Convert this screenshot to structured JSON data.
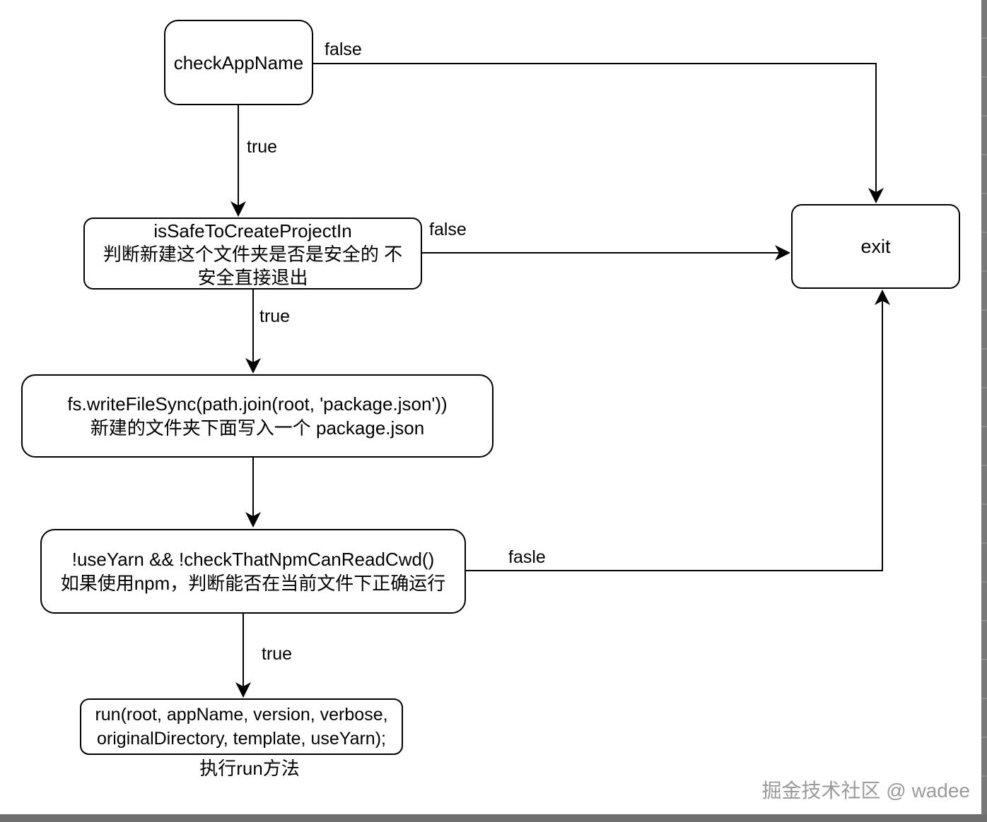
{
  "diagram": {
    "nodes": {
      "check_app_name": {
        "lines": [
          "checkAppName"
        ]
      },
      "is_safe": {
        "lines": [
          "isSafeToCreateProjectIn",
          "判断新建这个文件夹是否是安全的 不",
          "安全直接退出"
        ]
      },
      "write_file": {
        "lines": [
          "fs.writeFileSync(path.join(root, 'package.json'))",
          "新建的文件夹下面写入一个 package.json"
        ]
      },
      "check_npm": {
        "lines": [
          "!useYarn && !checkThatNpmCanReadCwd()",
          "如果使用npm，判断能否在当前文件下正确运行"
        ]
      },
      "run": {
        "lines": [
          "run(root, appName, version, verbose,",
          "originalDirectory, template, useYarn);"
        ]
      },
      "exit": {
        "lines": [
          "exit"
        ]
      }
    },
    "edges": [
      {
        "from": "checkAppName",
        "to": "exit",
        "label": "false"
      },
      {
        "from": "checkAppName",
        "to": "isSafeToCreateProjectIn",
        "label": "true"
      },
      {
        "from": "isSafeToCreateProjectIn",
        "to": "exit",
        "label": "false"
      },
      {
        "from": "isSafeToCreateProjectIn",
        "to": "fs.writeFileSync",
        "label": "true"
      },
      {
        "from": "fs.writeFileSync",
        "to": "!useYarn && !checkThatNpmCanReadCwd()",
        "label": ""
      },
      {
        "from": "!useYarn && !checkThatNpmCanReadCwd()",
        "to": "exit",
        "label": "fasle"
      },
      {
        "from": "!useYarn && !checkThatNpmCanReadCwd()",
        "to": "run",
        "label": "true"
      }
    ],
    "run_caption": "执行run方法"
  },
  "watermark": "掘金技术社区 @ wadee",
  "colors": {
    "line": "#000000",
    "node_fill": "#ffffff",
    "node_border": "#000000",
    "watermark_gray": "#9a9a9a",
    "chrome_gray": "#6f6f6f"
  }
}
